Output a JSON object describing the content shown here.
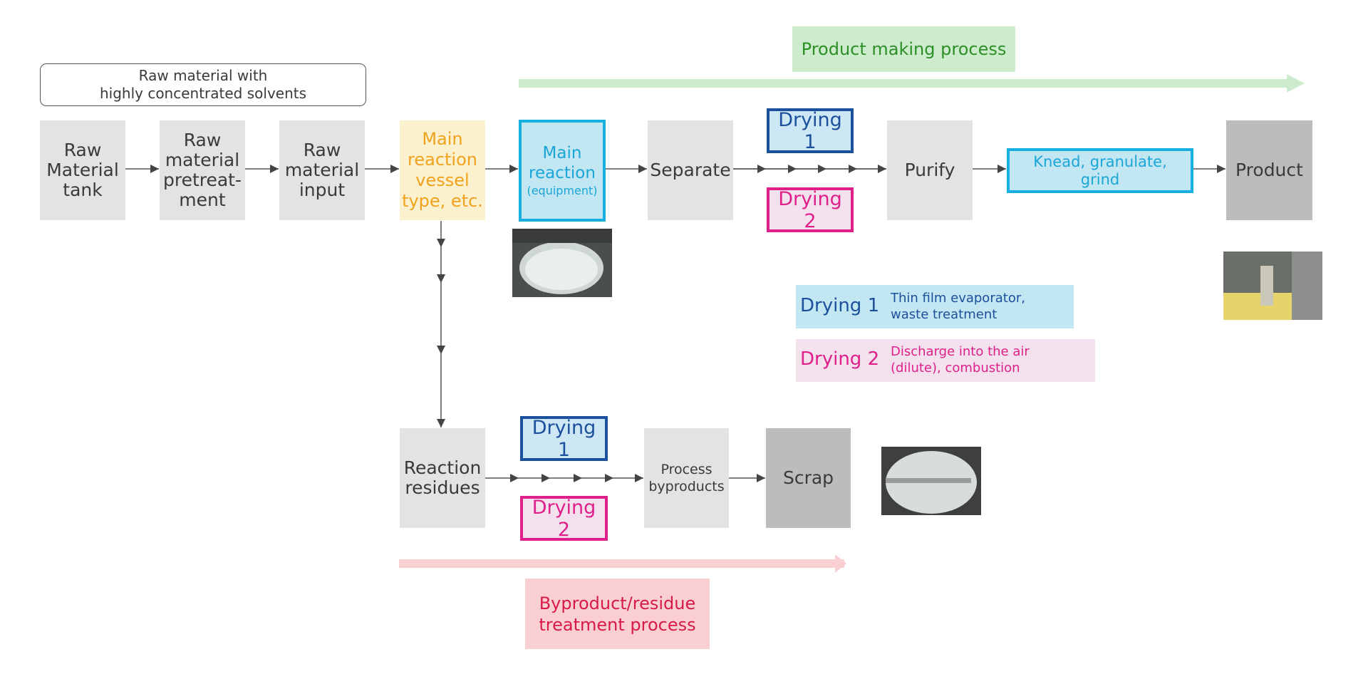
{
  "header": {
    "product_process": "Product making process",
    "raw_material_note": "Raw material with\nhighly concentrated solvents"
  },
  "main_flow": {
    "raw_tank": "Raw\nMaterial\ntank",
    "pretreatment": "Raw\nmaterial\npretreat-\nment",
    "input": "Raw\nmaterial\ninput",
    "vessel": "Main\nreaction\nvessel\ntype, etc.",
    "main_reaction": "Main\nreaction",
    "main_reaction_sub": "(equipment)",
    "separate": "Separate",
    "drying1": "Drying 1",
    "drying2": "Drying 2",
    "purify": "Purify",
    "knead": "Knead, granulate,\ngrind",
    "product": "Product"
  },
  "legend": {
    "drying1_label": "Drying 1",
    "drying1_desc": "Thin film evaporator,\nwaste treatment",
    "drying2_label": "Drying 2",
    "drying2_desc": "Discharge into the air\n(dilute), combustion"
  },
  "byproduct_flow": {
    "residues": "Reaction\nresidues",
    "drying1": "Drying 1",
    "drying2": "Drying 2",
    "process_byproducts": "Process\nbyproducts",
    "scrap": "Scrap",
    "process_label": "Byproduct/residue\ntreatment process"
  },
  "colors": {
    "green_band": "#cdeccd",
    "green_text": "#2e8f27",
    "pink_band": "#f9cfd2",
    "pink_text": "#d8194a",
    "cyan": "#17aee0",
    "navy": "#1c4f9c",
    "magenta": "#e0208a"
  }
}
